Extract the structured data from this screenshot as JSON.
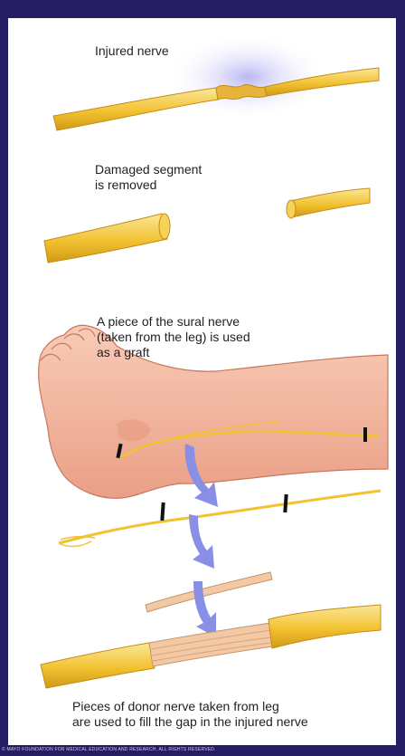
{
  "captions": {
    "step1": "Injured nerve",
    "step2": "Damaged segment\nis removed",
    "step3": "A piece of the sural nerve\n(taken from the leg) is used\nas a graft",
    "step4": "Pieces of donor nerve taken from leg\nare used to fill the gap in the injured nerve"
  },
  "footer": "© MAYO FOUNDATION FOR MEDICAL EDUCATION AND RESEARCH. ALL RIGHTS RESERVED.",
  "colors": {
    "background": "#241d63",
    "nerve": "#f2c231",
    "nerve_highlight": "#fbe79a",
    "graft": "#f3c8a4",
    "skin": "#f2b39c",
    "arrow": "#8a8fe6",
    "injury_glow": "#c3c1f5"
  }
}
